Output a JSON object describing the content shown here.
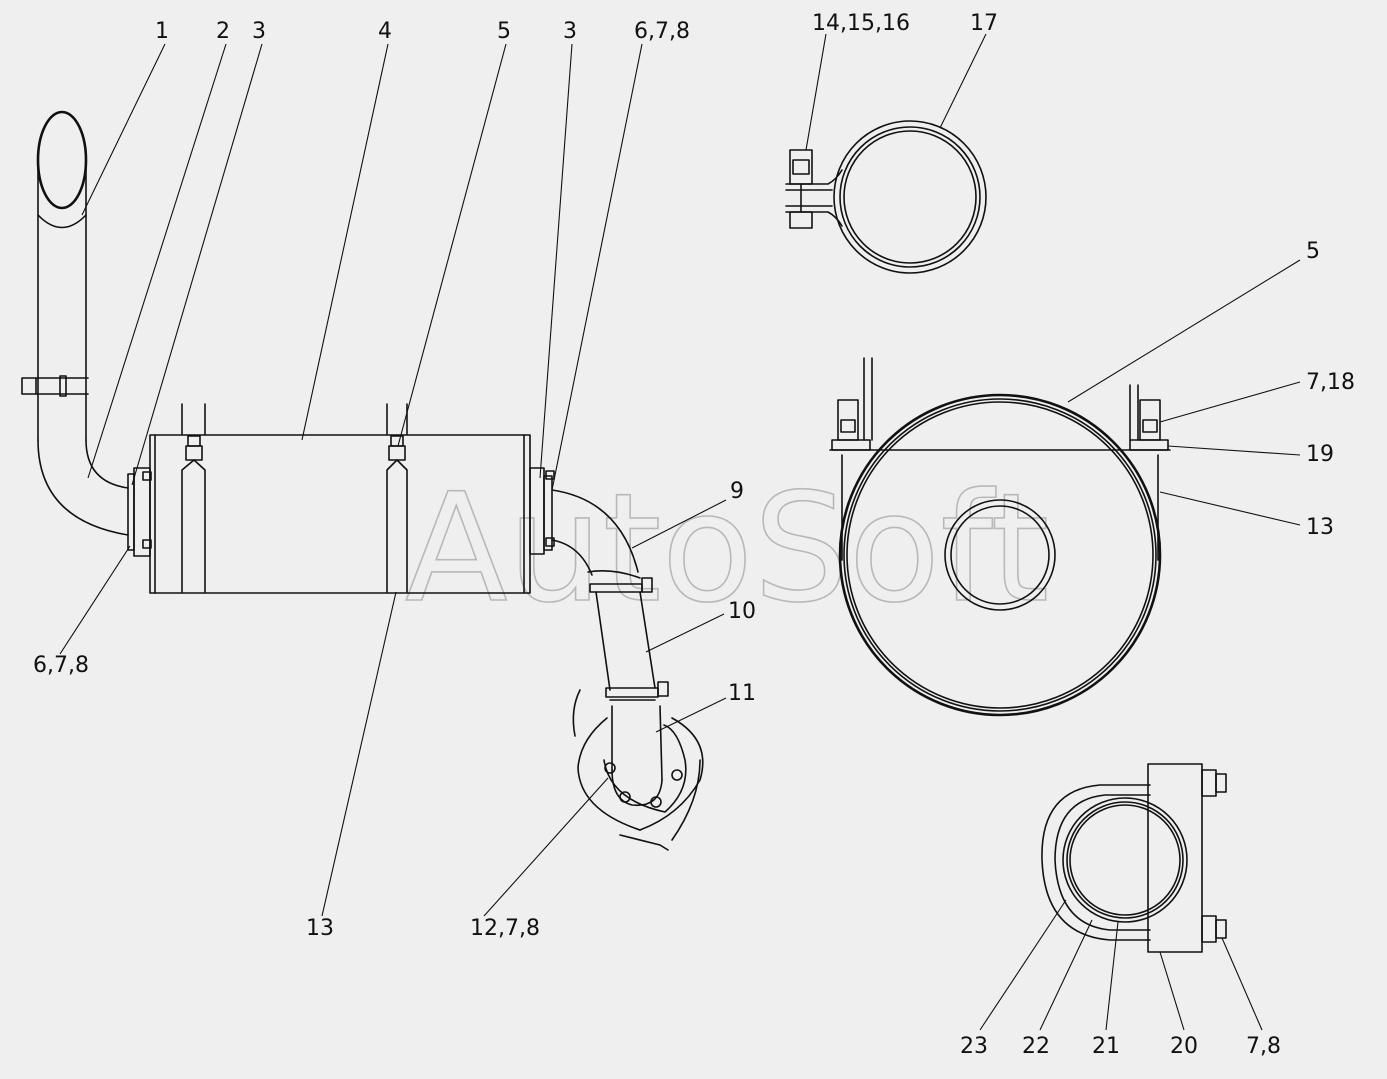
{
  "watermark": "AutoSoft",
  "callouts": {
    "c1": "1",
    "c2": "2",
    "c3a": "3",
    "c4": "4",
    "c5a": "5",
    "c3b": "3",
    "c678a": "6,7,8",
    "c141516": "14,15,16",
    "c17": "17",
    "c5b": "5",
    "c718": "7,18",
    "c19": "19",
    "c13a": "13",
    "c9": "9",
    "c10": "10",
    "c11": "11",
    "c678b": "6,7,8",
    "c13b": "13",
    "c1278": "12,7,8",
    "c23": "23",
    "c22": "22",
    "c21": "21",
    "c20": "20",
    "c78": "7,8"
  }
}
